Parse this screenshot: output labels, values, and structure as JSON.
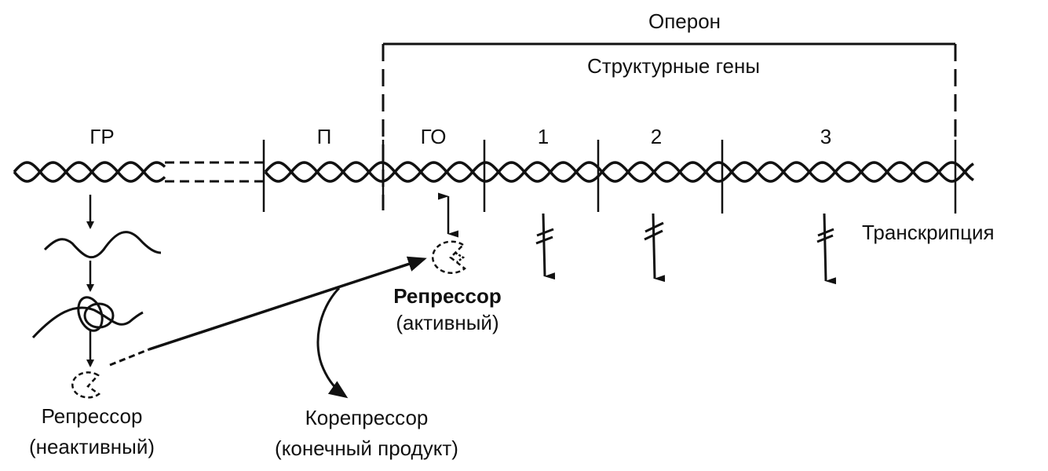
{
  "colors": {
    "ink": "#111111",
    "background": "#ffffff"
  },
  "labels": {
    "operon": "Оперон",
    "structural_genes": "Структурные гены",
    "regulator_gene": "ГР",
    "promoter": "П",
    "operator_gene": "ГО",
    "gene1": "1",
    "gene2": "2",
    "gene3": "3",
    "transcription": "Транскрипция",
    "repressor_active": "Репрессор",
    "repressor_active_state": "(активный)",
    "repressor_inactive": "Репрессор",
    "repressor_inactive_state": "(неактивный)",
    "corepressor": "Корепрессор",
    "corepressor_note": "(конечный продукт)"
  }
}
